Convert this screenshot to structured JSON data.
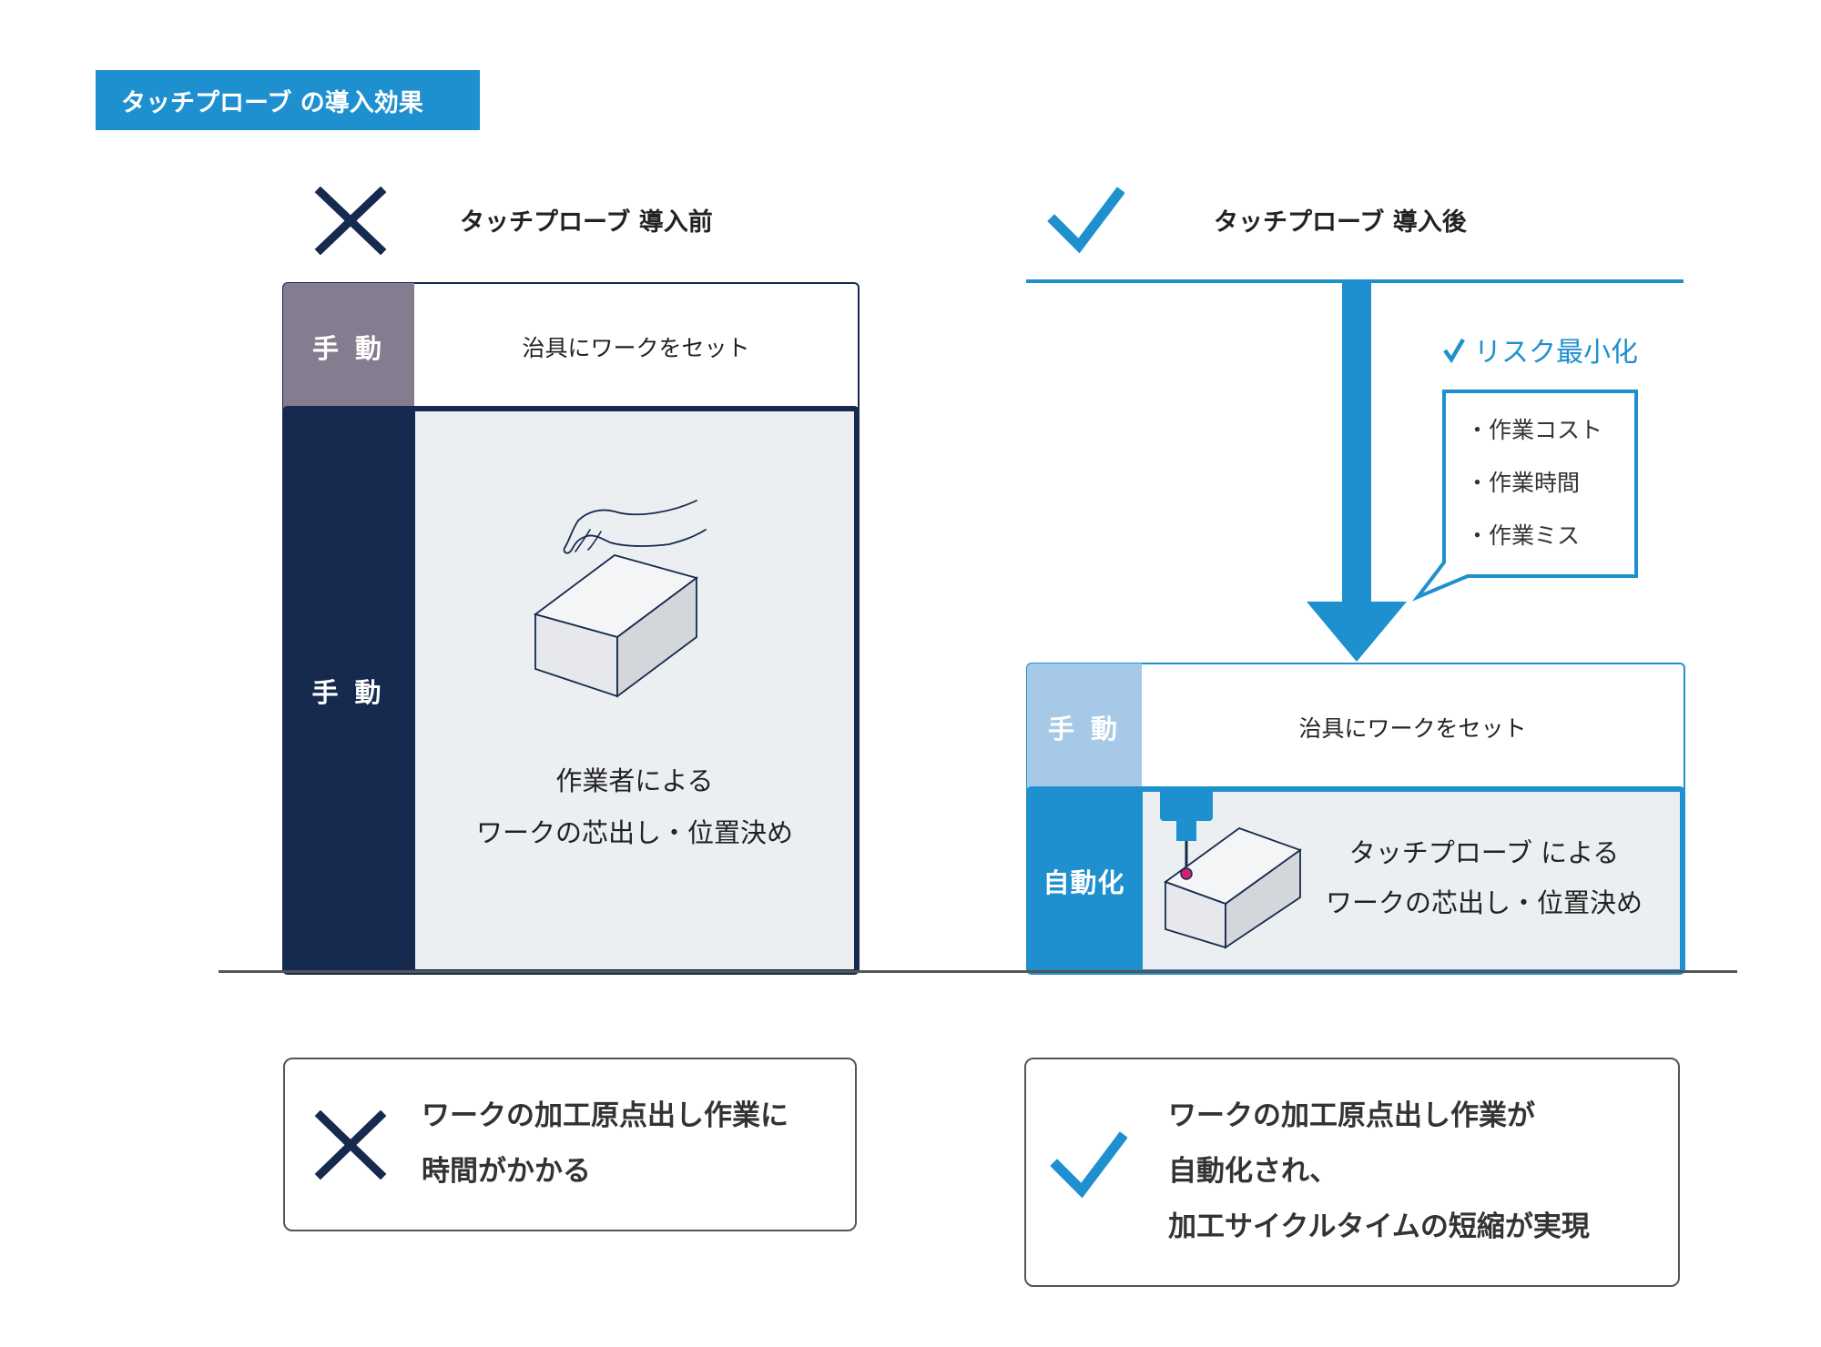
{
  "badge": {
    "label": "タッチプローブ の導入効果"
  },
  "before": {
    "heading": "タッチプローブ 導入前",
    "row1": {
      "label": "手 動",
      "text": "治具にワークをセット"
    },
    "row2": {
      "label": "手 動",
      "text_line1": "作業者による",
      "text_line2": "ワークの芯出し・位置決め"
    },
    "result": {
      "line1": "ワークの加工原点出し作業に",
      "line2": "時間がかかる"
    }
  },
  "after": {
    "heading": "タッチプローブ 導入後",
    "risk_title": "リスク最小化",
    "risk_items": [
      "・作業コスト",
      "・作業時間",
      "・作業ミス"
    ],
    "row1": {
      "label": "手 動",
      "text": "治具にワークをセット"
    },
    "row2": {
      "label": "自動化",
      "text_line1": "タッチプローブ による",
      "text_line2": "ワークの芯出し・位置決め"
    },
    "result": {
      "line1": "ワークの加工原点出し作業が",
      "line2": "自動化され、",
      "line3": "加工サイクルタイムの短縮が実現"
    }
  },
  "colors": {
    "accent_blue": "#1e90d0",
    "navy": "#152a4e",
    "manual_gray": "#857d8f",
    "light_blue": "#a6c9e8",
    "panel_bg": "#eceff2"
  }
}
